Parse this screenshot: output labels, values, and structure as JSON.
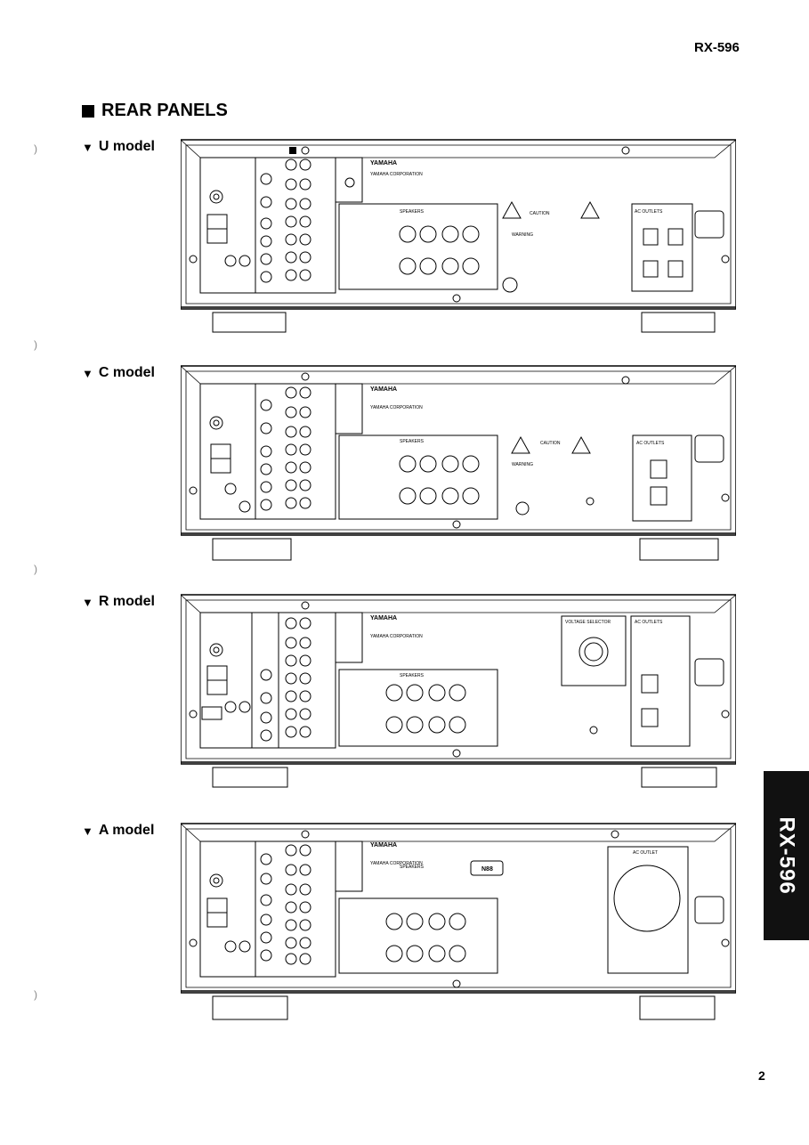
{
  "header": {
    "model": "RX-596"
  },
  "section": {
    "title": "REAR PANELS"
  },
  "panels": [
    {
      "label": "U model",
      "brand": "YAMAHA",
      "corp": "YAMAHA CORPORATION",
      "caution": "CAUTION",
      "warning": "WARNING",
      "outlets": "AC OUTLETS",
      "speakers": "SPEAKERS"
    },
    {
      "label": "C model",
      "brand": "YAMAHA",
      "corp": "YAMAHA CORPORATION",
      "caution": "CAUTION",
      "warning": "WARNING",
      "outlets": "AC OUTLETS",
      "speakers": "SPEAKERS"
    },
    {
      "label": "R model",
      "brand": "YAMAHA",
      "corp": "YAMAHA CORPORATION",
      "selector": "VOLTAGE SELECTOR",
      "outlets": "AC OUTLETS",
      "speakers": "SPEAKERS"
    },
    {
      "label": "A model",
      "brand": "YAMAHA",
      "corp": "YAMAHA CORPORATION",
      "mark": "N88",
      "outlets": "AC OUTLET",
      "speakers": "SPEAKERS"
    }
  ],
  "side_tab": "RX-596",
  "page_number": "2"
}
